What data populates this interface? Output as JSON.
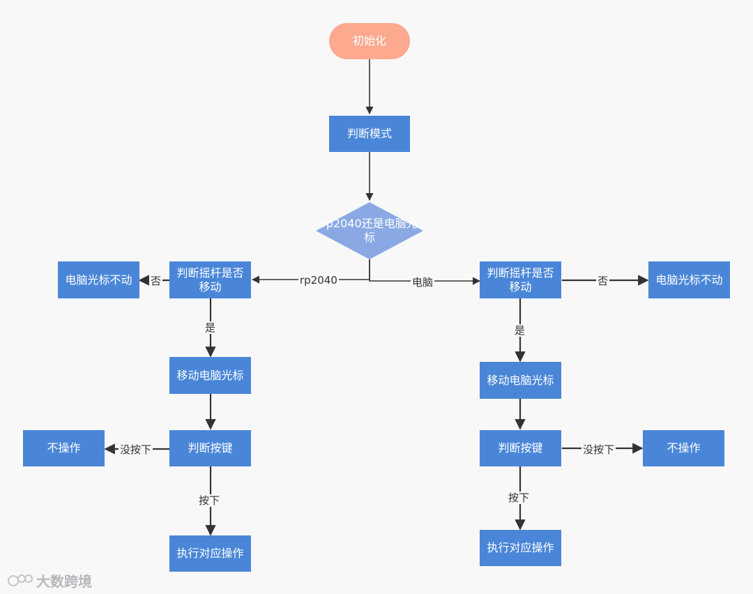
{
  "nodes": {
    "start": "初始化",
    "judge_mode": "判断模式",
    "decision": "rp2040还是电脑光标",
    "left_judge_joystick": "判断摇杆是否移动",
    "left_cursor_still": "电脑光标不动",
    "left_move_cursor": "移动电脑光标",
    "left_judge_key": "判断按键",
    "left_no_op": "不操作",
    "left_execute": "执行对应操作",
    "right_judge_joystick": "判断摇杆是否移动",
    "right_cursor_still": "电脑光标不动",
    "right_move_cursor": "移动电脑光标",
    "right_judge_key": "判断按键",
    "right_no_op": "不操作",
    "right_execute": "执行对应操作"
  },
  "edges": {
    "rp2040": "rp2040",
    "pc": "电脑",
    "left_no": "否",
    "right_no": "否",
    "left_yes": "是",
    "right_yes": "是",
    "left_not_pressed": "没按下",
    "right_not_pressed": "没按下",
    "left_pressed": "按下",
    "right_pressed": "按下"
  },
  "watermark": "大数跨境",
  "colors": {
    "box": "#4a86d8",
    "start": "#fda98f",
    "diamond": "#8aa9e4",
    "edge": "#333333"
  }
}
